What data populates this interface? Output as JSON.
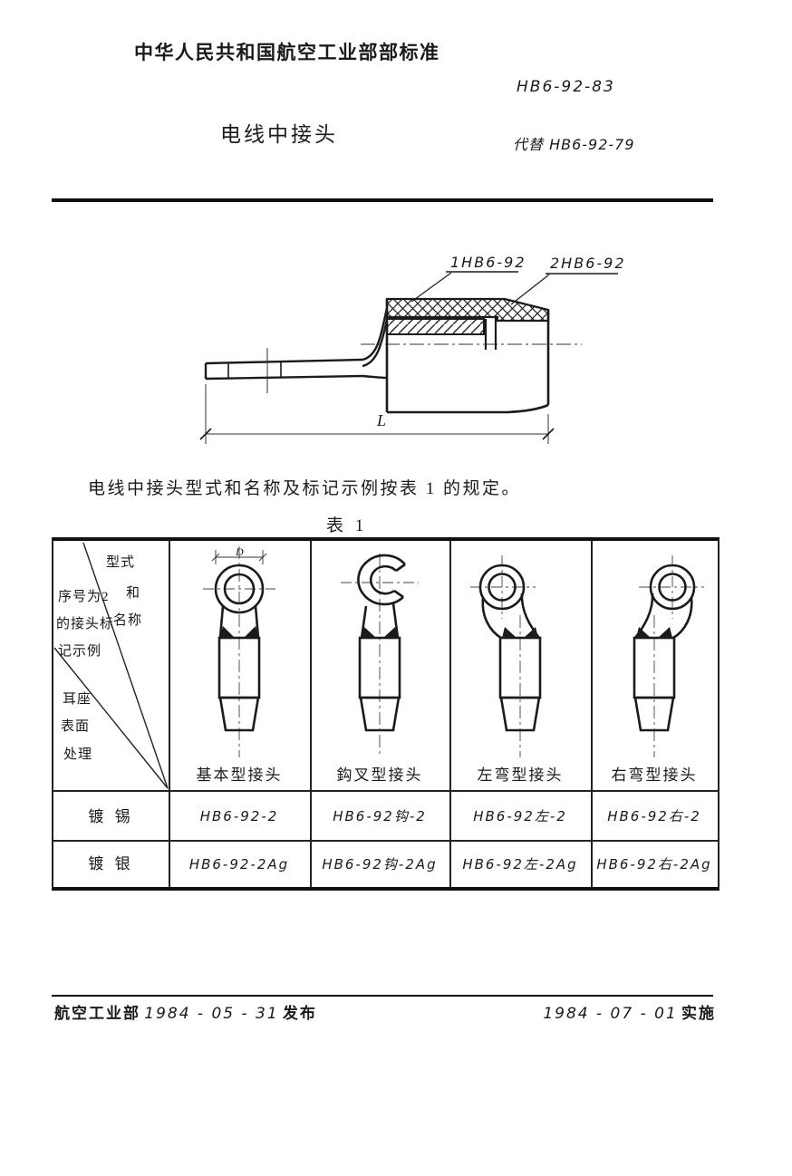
{
  "header": {
    "standard_name": "中华人民共和国航空工业部部标准",
    "standard_number": "HB6-92-83",
    "title": "电线中接头",
    "replaces": "代替 HB6-92-79"
  },
  "drawing": {
    "label_part1": "1HB6-92",
    "label_part2": "2HB6-92",
    "dim_length": "L"
  },
  "intro": "电线中接头型式和名称及标记示例按表 1 的规定。",
  "table": {
    "caption": "表 1",
    "corner": {
      "type_name": [
        "型式",
        "和",
        "名称"
      ],
      "marking_example": [
        "序号为2",
        "的接头标",
        "记示例"
      ],
      "surface_treatment": [
        "耳座",
        "表面",
        "处理"
      ]
    },
    "columns": [
      {
        "label": "基本型接头",
        "dim": "D"
      },
      {
        "label": "鈎叉型接头"
      },
      {
        "label": "左弯型接头"
      },
      {
        "label": "右弯型接头"
      }
    ],
    "rows": [
      {
        "label": "镀 锡",
        "values": [
          "HB6-92-2",
          "HB6-92钩-2",
          "HB6-92左-2",
          "HB6-92右-2"
        ]
      },
      {
        "label": "镀 银",
        "values": [
          "HB6-92-2Ag",
          "HB6-92钩-2Ag",
          "HB6-92左-2Ag",
          "HB6-92右-2Ag"
        ]
      }
    ]
  },
  "footer": {
    "issuer": "航空工业部",
    "issue_date": "1984 - 05 - 31",
    "issue_action": "发布",
    "impl_date": "1984 - 07 - 01",
    "impl_action": "实施"
  }
}
